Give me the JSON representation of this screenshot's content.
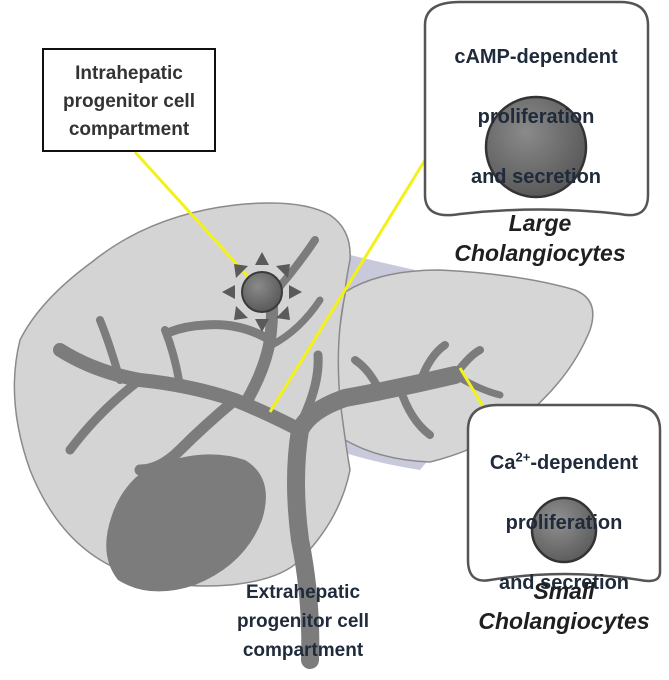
{
  "intrahepatic_label": "Intrahepatic\nprogenitor cell\ncompartment",
  "extrahepatic_label": "Extrahepatic\nprogenitor cell\ncompartment",
  "large_cell": {
    "description_line1": "cAMP-dependent",
    "description_line2": "proliferation",
    "description_line3": "and secretion",
    "caption": "Large\nCholangiocytes"
  },
  "small_cell": {
    "description_prefix": "Ca",
    "description_superscript": "2+",
    "description_suffix": "-dependent",
    "description_line2": "proliferation",
    "description_line3": "and secretion",
    "caption": "Small\nCholangiocytes"
  },
  "colors": {
    "liver_fill": "#d4d4d4",
    "liver_stroke": "#8a8a8a",
    "duct": "#7c7c7c",
    "pointer_line": "#f2f21a",
    "nucleus": "#6c6c6c",
    "text": "#1f2a3a"
  }
}
